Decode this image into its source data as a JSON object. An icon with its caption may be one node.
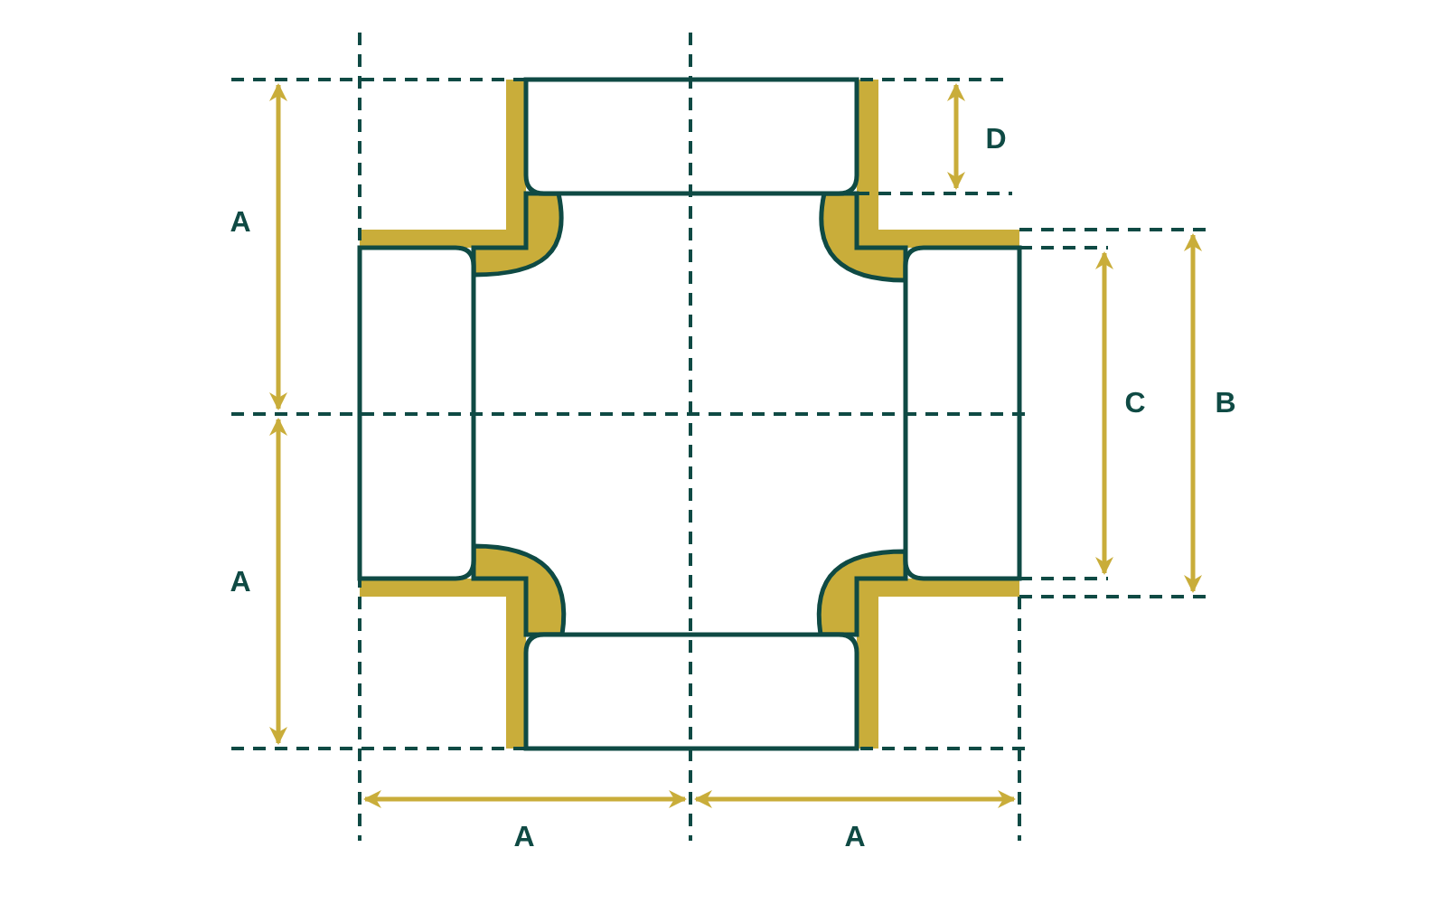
{
  "diagram": {
    "labels": [
      "A",
      "D",
      "C",
      "B",
      "A",
      "A",
      "A"
    ]
  }
}
